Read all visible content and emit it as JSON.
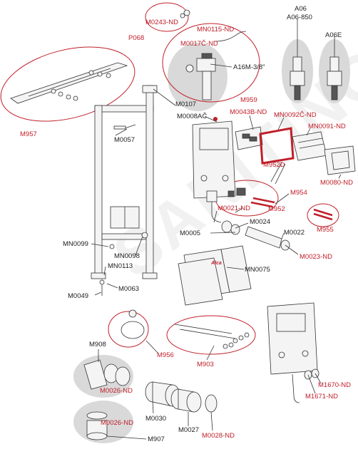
{
  "watermark": "SANITINO",
  "labels": {
    "M0243ND": "M0243-ND",
    "P068": "P068",
    "MN0115ND": "MN0115-ND",
    "M0017CND": "M0017Č-ND",
    "A16M": "A16M-3/8\"",
    "M959": "M959",
    "A06": "A06",
    "A06_850": "A06-850",
    "A06E": "A06E",
    "M957": "M957",
    "M0107": "M0107",
    "M0057": "M0057",
    "M0008AC": "M0008AČ",
    "M0043BND": "M0043B-ND",
    "MN0092CND": "MN0092Č-ND",
    "MN0091ND": "MN0091-ND",
    "M952D": "M952D",
    "M0080ND": "M0080-ND",
    "M954": "M954",
    "M952": "M952",
    "M955": "M955",
    "M0021ND": "M0021-ND",
    "M0024": "M0024",
    "M0005": "M0005",
    "M0022": "M0022",
    "M0023ND": "M0023-ND",
    "MN0099": "MN0099",
    "MN0098": "MN0098",
    "MN0113": "MN0113",
    "M0063": "M0063",
    "M0049": "M0049",
    "MN0075": "MN0075",
    "Alca": "Alca",
    "M956": "M956",
    "M903": "M903",
    "M908": "M908",
    "M0026ND_a": "M0026-ND",
    "M0026ND_b": "M0026-ND",
    "M0030": "M0030",
    "M0027": "M0027",
    "M0028ND": "M0028-ND",
    "M907": "M907",
    "M1670ND": "M1670-ND",
    "M1671ND": "M1671-ND"
  },
  "colors": {
    "accent_red": "#c0202a",
    "line": "#333333",
    "callout_fill": "#d9d9d9"
  }
}
